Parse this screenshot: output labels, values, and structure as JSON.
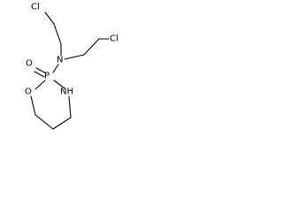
{
  "molecule": {
    "atoms": {
      "cl_left": "Cl",
      "cl_right": "Cl",
      "n": "N",
      "o_double": "O",
      "p": "P",
      "o_ring": "O",
      "nh_ring": "NH"
    }
  }
}
